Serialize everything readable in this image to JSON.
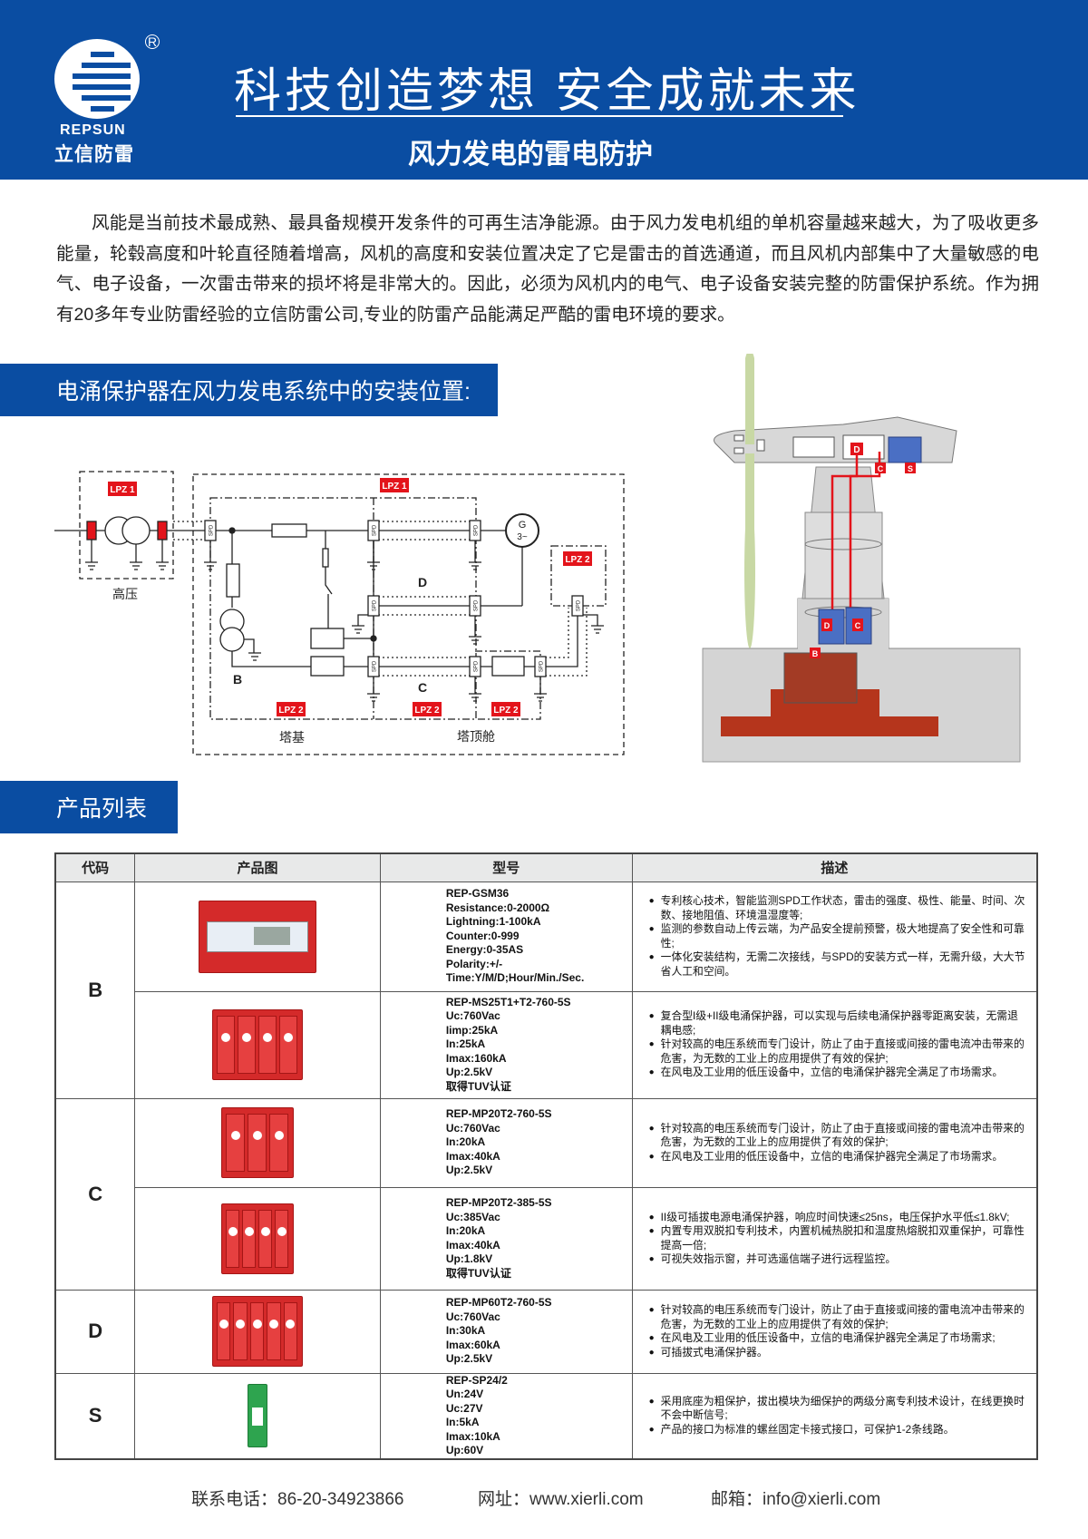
{
  "header": {
    "brand_en": "REPSUN",
    "brand_cn": "立信防雷",
    "registered": "R",
    "slogan": "科技创造梦想 安全成就未来",
    "subtitle": "风力发电的雷电防护"
  },
  "intro": "风能是当前技术最成熟、最具备规模开发条件的可再生洁净能源。由于风力发电机组的单机容量越来越大，为了吸收更多能量，轮毂高度和叶轮直径随着增高，风机的高度和安装位置决定了它是雷击的首选通道，而且风机内部集中了大量敏感的电气、电子设备，一次雷击带来的损坏将是非常大的。因此，必须为风机内的电气、电子设备安装完整的防雷保护系统。作为拥有20多年专业防雷经验的立信防雷公司,专业的防雷产品能满足严酷的雷电环境的要求。",
  "section1": "电涌保护器在风力发电系统中的安装位置:",
  "diagram": {
    "lpz1": "LPZ 1",
    "lpz2": "LPZ 2",
    "spd": "SPD",
    "gen1": "G",
    "gen2": "3~",
    "zone_b": "B",
    "zone_c": "C",
    "zone_d": "D",
    "hv": "高压",
    "base": "塔基",
    "nacelle": "塔顶舱"
  },
  "turbine": {
    "d": "D",
    "c": "C",
    "s": "S",
    "b": "B"
  },
  "section2": "产品列表",
  "table": {
    "headers": [
      "代码",
      "产品图",
      "型号",
      "描述"
    ],
    "groups": [
      "B",
      "C",
      "D",
      "S"
    ],
    "rows": [
      {
        "spec": [
          "REP-GSM36",
          "Resistance:0-2000Ω",
          "Lightning:1-100kA",
          "Counter:0-999",
          "Energy:0-35AS",
          "Polarity:+/-",
          "Time:Y/M/D;Hour/Min./Sec."
        ],
        "desc": [
          "专利核心技术，智能监测SPD工作状态，雷击的强度、极性、能量、时间、次数、接地阻值、环境温湿度等;",
          "监测的参数自动上传云端，为产品安全提前预警，极大地提高了安全性和可靠性;",
          "一体化安装结构，无需二次接线，与SPD的安装方式一样，无需升级，大大节省人工和空间。"
        ]
      },
      {
        "spec": [
          "REP-MS25T1+T2-760-5S",
          "Uc:760Vac",
          "Iimp:25kA",
          "In:25kA",
          "Imax:160kA",
          "Up:2.5kV",
          "取得TUV认证"
        ],
        "desc": [
          "复合型I级+II级电涌保护器，可以实现与后续电涌保护器零距离安装，无需退耦电感;",
          "针对较高的电压系统而专门设计，防止了由于直接或间接的雷电流冲击带来的危害，为无数的工业上的应用提供了有效的保护;",
          "在风电及工业用的低压设备中，立信的电涌保护器完全满足了市场需求。"
        ]
      },
      {
        "spec": [
          "REP-MP20T2-760-5S",
          "Uc:760Vac",
          "In:20kA",
          "Imax:40kA",
          "Up:2.5kV"
        ],
        "desc": [
          "针对较高的电压系统而专门设计，防止了由于直接或间接的雷电流冲击带来的危害，为无数的工业上的应用提供了有效的保护;",
          "在风电及工业用的低压设备中，立信的电涌保护器完全满足了市场需求。"
        ]
      },
      {
        "spec": [
          "REP-MP20T2-385-5S",
          "Uc:385Vac",
          "In:20kA",
          "Imax:40kA",
          "Up:1.8kV",
          "取得TUV认证"
        ],
        "desc": [
          "II级可插拔电源电涌保护器，响应时间快速≤25ns，电压保护水平低≤1.8kV;",
          "内置专用双脱扣专利技术，内置机械热脱扣和温度热熔脱扣双重保护，可靠性提高一倍;",
          "可视失效指示窗，并可选遥信端子进行远程监控。"
        ]
      },
      {
        "spec": [
          "REP-MP60T2-760-5S",
          "Uc:760Vac",
          "In:30kA",
          "Imax:60kA",
          "Up:2.5kV"
        ],
        "desc": [
          "针对较高的电压系统而专门设计，防止了由于直接或间接的雷电流冲击带来的危害，为无数的工业上的应用提供了有效的保护;",
          "在风电及工业用的低压设备中，立信的电涌保护器完全满足了市场需求;",
          "可插拔式电涌保护器。"
        ]
      },
      {
        "spec": [
          "REP-SP24/2",
          "Un:24V",
          "Uc:27V",
          "In:5kA",
          "Imax:10kA",
          "Up:60V"
        ],
        "desc": [
          "采用底座为粗保护，拔出模块为细保护的两级分离专利技术设计，在线更换时不会中断信号;",
          "产品的接口为标准的螺丝固定卡接式接口，可保护1-2条线路。"
        ]
      }
    ]
  },
  "footer": {
    "phone": "联系电话：86-20-34923866",
    "web": "网址：www.xierli.com",
    "email": "邮箱：info@xierli.com"
  },
  "colors": {
    "brand_blue": "#0a4da2",
    "lpz_red": "#e3141b",
    "device_red": "#d42a2a"
  }
}
